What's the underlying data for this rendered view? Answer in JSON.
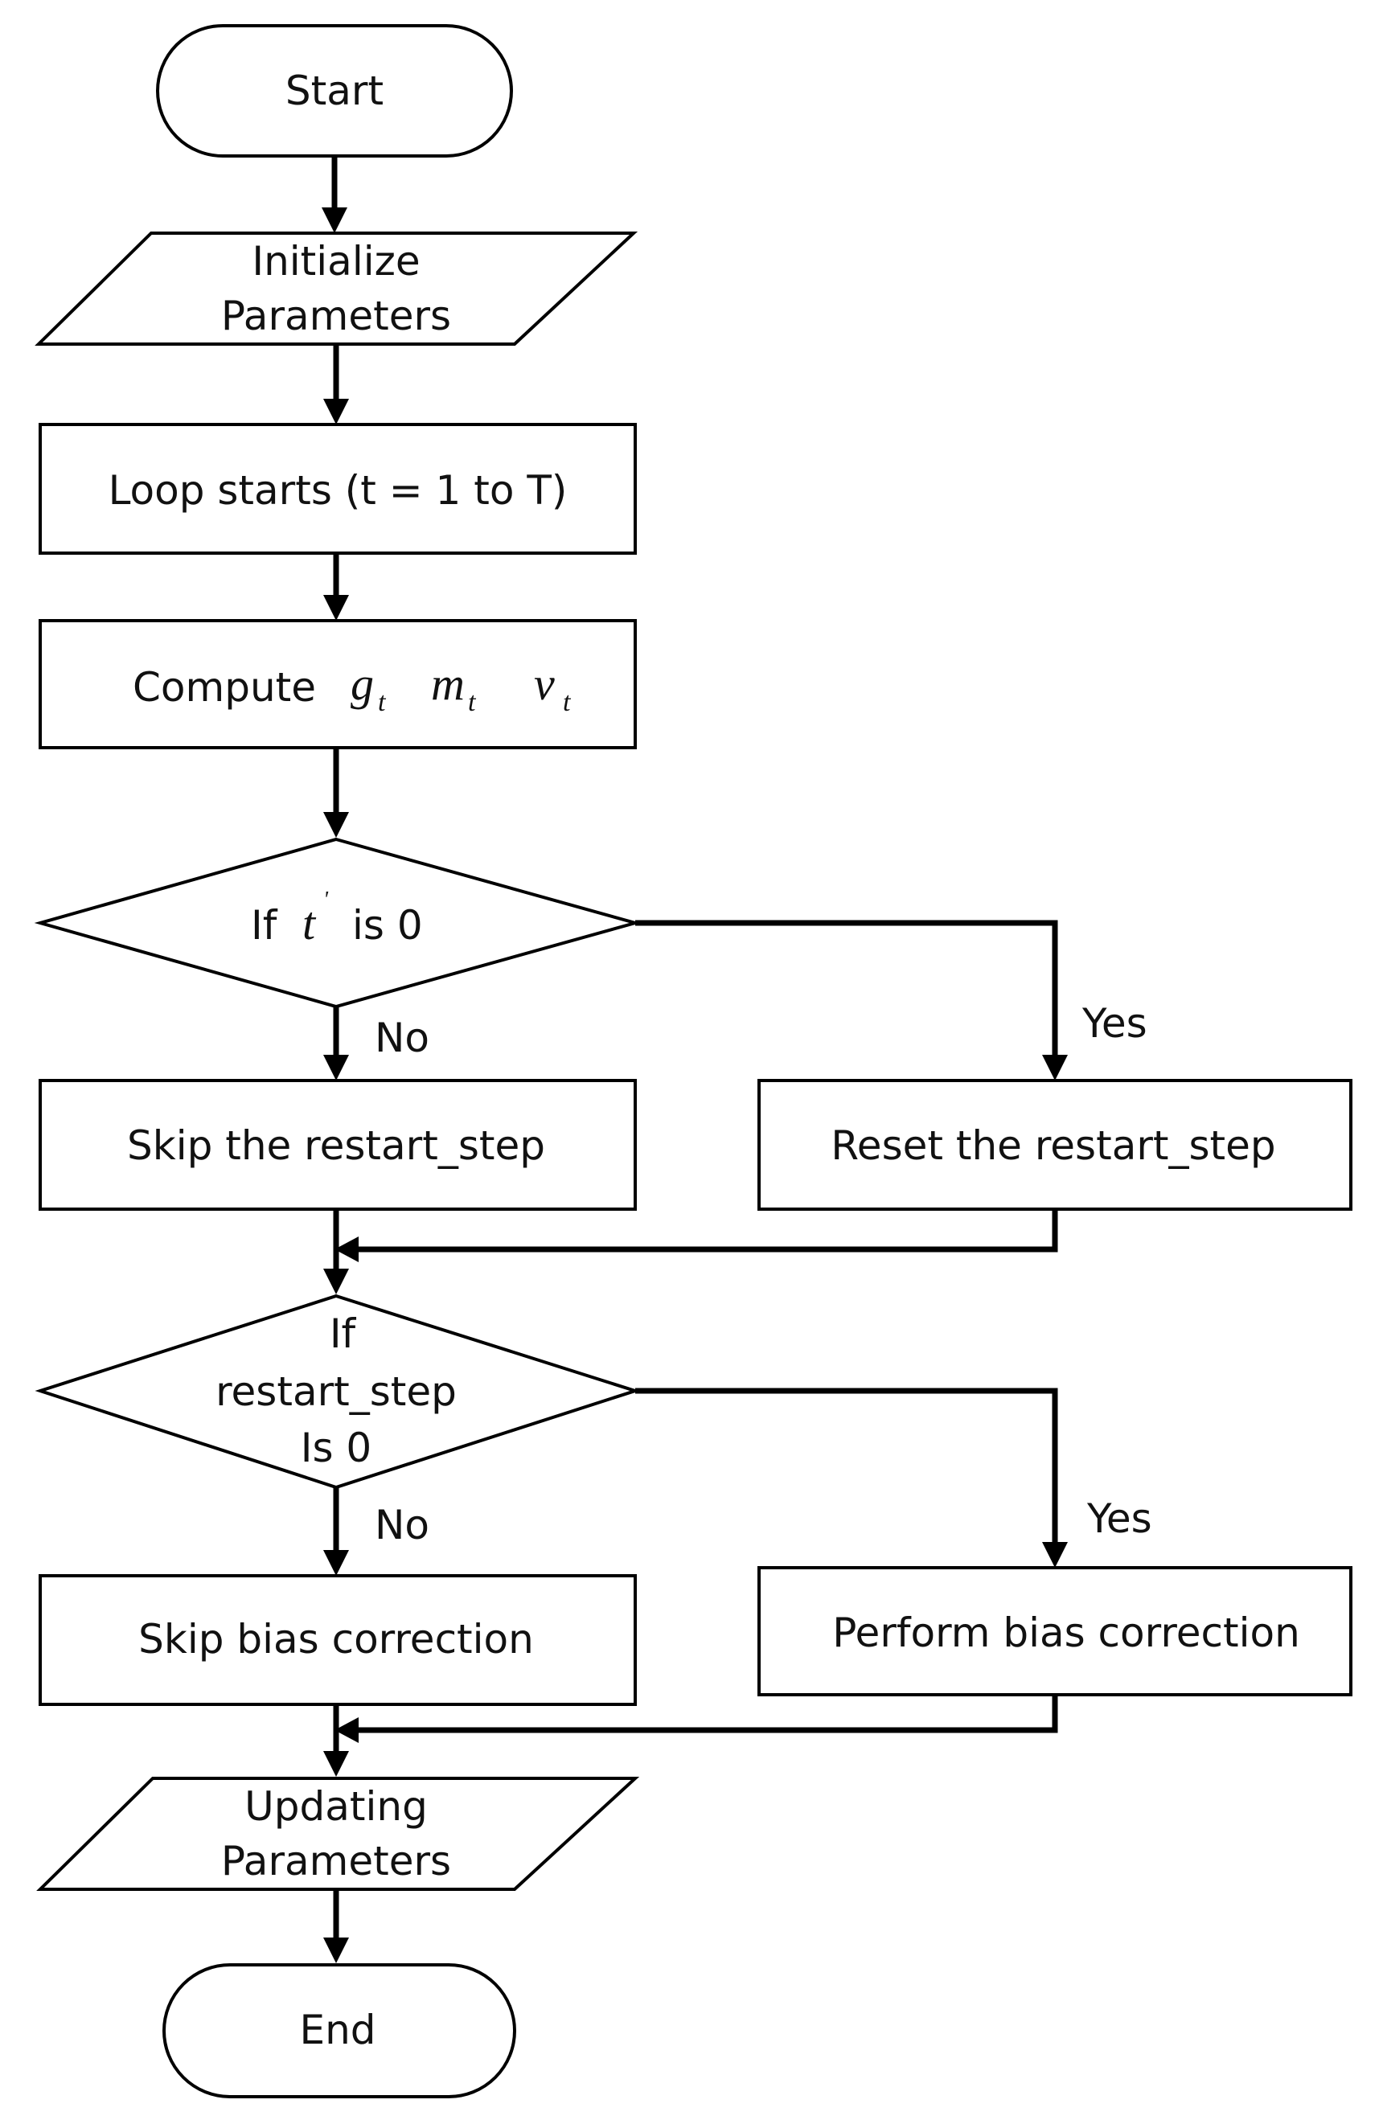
{
  "flowchart": {
    "start": "Start",
    "init": [
      "Initialize",
      "Parameters"
    ],
    "loop": "Loop starts (t = 1 to T)",
    "compute": {
      "prefix": "Compute",
      "g": "g",
      "g_sub": "t",
      "m": "m",
      "m_sub": "t",
      "v": "v",
      "v_sub": "t"
    },
    "decision1": {
      "prefix": "If",
      "var": "t",
      "sup": "'",
      "suffix": "is 0"
    },
    "no_label_1": "No",
    "yes_label_1": "Yes",
    "skip_restart": "Skip the restart_step",
    "reset_restart": "Reset the restart_step",
    "decision2": [
      "If",
      "restart_step",
      "Is 0"
    ],
    "no_label_2": "No",
    "yes_label_2": "Yes",
    "skip_bias": "Skip bias correction",
    "perform_bias": "Perform bias correction",
    "update": [
      "Updating",
      "Parameters"
    ],
    "end": "End"
  },
  "colors": {
    "stroke": "#000000",
    "fill": "#ffffff",
    "text": "#111111"
  }
}
